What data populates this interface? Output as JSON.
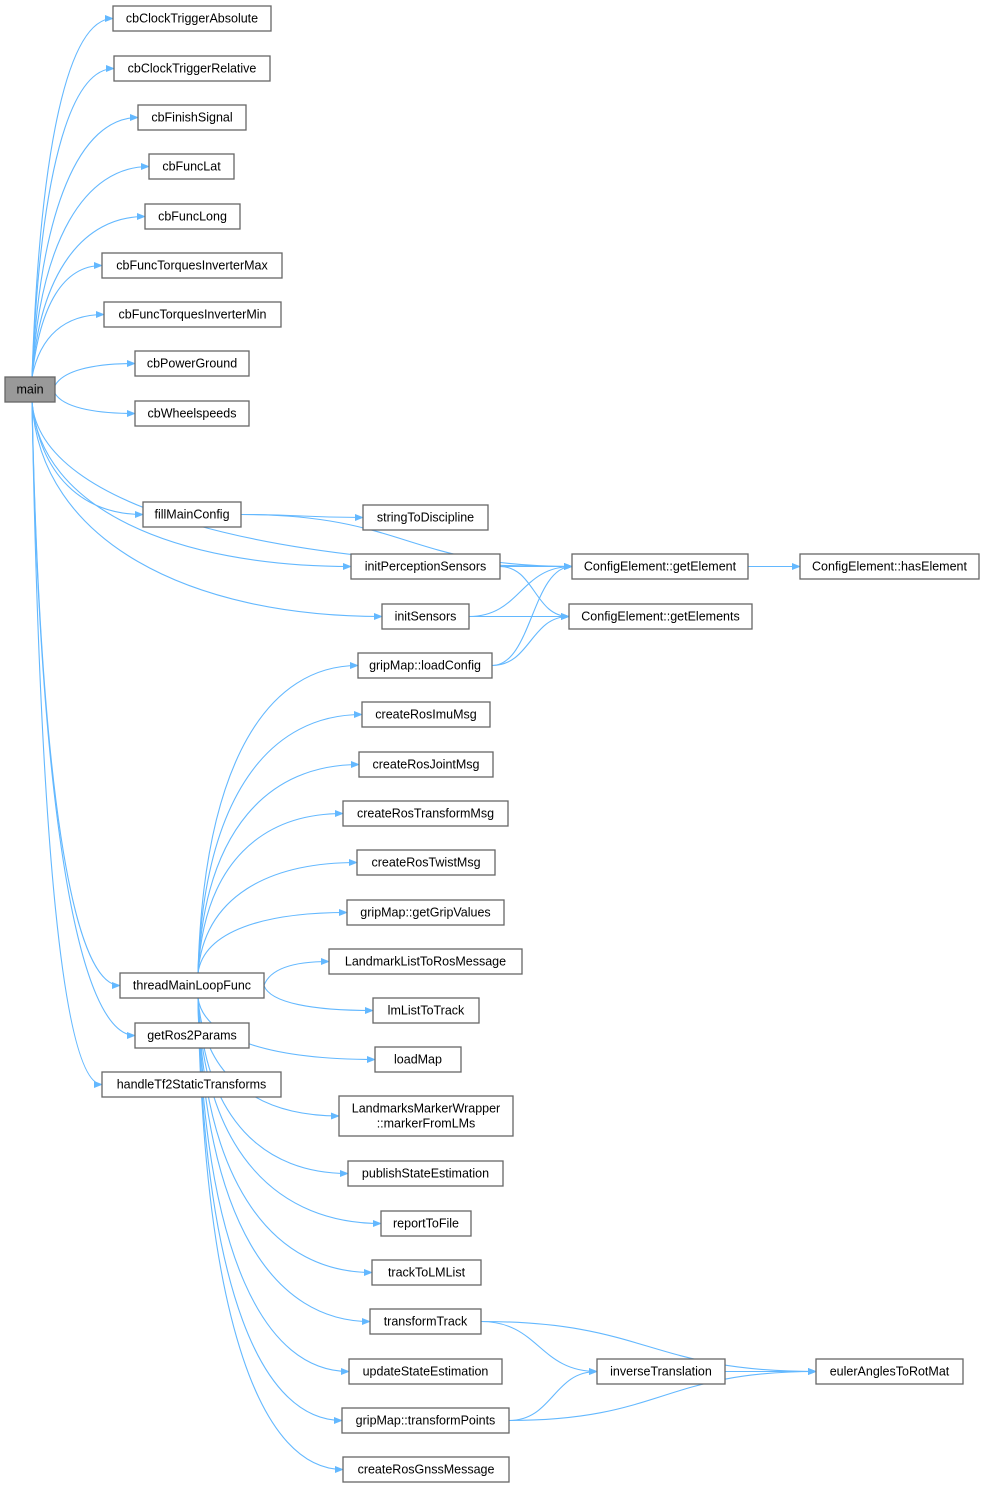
{
  "graph": {
    "colors": {
      "edge": "#63b8ff",
      "node_border": "#666666",
      "root_fill": "#999999"
    },
    "nodes": [
      {
        "id": "main",
        "label": [
          "main"
        ],
        "root": true
      },
      {
        "id": "cbClockTriggerAbsolute",
        "label": [
          "cbClockTriggerAbsolute"
        ]
      },
      {
        "id": "cbClockTriggerRelative",
        "label": [
          "cbClockTriggerRelative"
        ]
      },
      {
        "id": "cbFinishSignal",
        "label": [
          "cbFinishSignal"
        ]
      },
      {
        "id": "cbFuncLat",
        "label": [
          "cbFuncLat"
        ]
      },
      {
        "id": "cbFuncLong",
        "label": [
          "cbFuncLong"
        ]
      },
      {
        "id": "cbFuncTorquesInverterMax",
        "label": [
          "cbFuncTorquesInverterMax"
        ]
      },
      {
        "id": "cbFuncTorquesInverterMin",
        "label": [
          "cbFuncTorquesInverterMin"
        ]
      },
      {
        "id": "cbPowerGround",
        "label": [
          "cbPowerGround"
        ]
      },
      {
        "id": "cbWheelspeeds",
        "label": [
          "cbWheelspeeds"
        ]
      },
      {
        "id": "fillMainConfig",
        "label": [
          "fillMainConfig"
        ]
      },
      {
        "id": "stringToDiscipline",
        "label": [
          "stringToDiscipline"
        ]
      },
      {
        "id": "initPerceptionSensors",
        "label": [
          "initPerceptionSensors"
        ]
      },
      {
        "id": "initSensors",
        "label": [
          "initSensors"
        ]
      },
      {
        "id": "getElement",
        "label": [
          "ConfigElement::getElement"
        ]
      },
      {
        "id": "hasElement",
        "label": [
          "ConfigElement::hasElement"
        ]
      },
      {
        "id": "getElements",
        "label": [
          "ConfigElement::getElements"
        ]
      },
      {
        "id": "loadConfig",
        "label": [
          "gripMap::loadConfig"
        ]
      },
      {
        "id": "createRosImuMsg",
        "label": [
          "createRosImuMsg"
        ]
      },
      {
        "id": "createRosJointMsg",
        "label": [
          "createRosJointMsg"
        ]
      },
      {
        "id": "createRosTransformMsg",
        "label": [
          "createRosTransformMsg"
        ]
      },
      {
        "id": "createRosTwistMsg",
        "label": [
          "createRosTwistMsg"
        ]
      },
      {
        "id": "getGripValues",
        "label": [
          "gripMap::getGripValues"
        ]
      },
      {
        "id": "LandmarkListToRosMessage",
        "label": [
          "LandmarkListToRosMessage"
        ]
      },
      {
        "id": "lmListToTrack",
        "label": [
          "lmListToTrack"
        ]
      },
      {
        "id": "loadMap",
        "label": [
          "loadMap"
        ]
      },
      {
        "id": "markerFromLMs",
        "label": [
          "LandmarksMarkerWrapper",
          "::markerFromLMs"
        ]
      },
      {
        "id": "publishStateEstimation",
        "label": [
          "publishStateEstimation"
        ]
      },
      {
        "id": "reportToFile",
        "label": [
          "reportToFile"
        ]
      },
      {
        "id": "trackToLMList",
        "label": [
          "trackToLMList"
        ]
      },
      {
        "id": "transformTrack",
        "label": [
          "transformTrack"
        ]
      },
      {
        "id": "updateStateEstimation",
        "label": [
          "updateStateEstimation"
        ]
      },
      {
        "id": "inverseTranslation",
        "label": [
          "inverseTranslation"
        ]
      },
      {
        "id": "eulerAnglesToRotMat",
        "label": [
          "eulerAnglesToRotMat"
        ]
      },
      {
        "id": "transformPoints",
        "label": [
          "gripMap::transformPoints"
        ]
      },
      {
        "id": "createRosGnssMessage",
        "label": [
          "createRosGnssMessage"
        ]
      },
      {
        "id": "threadMainLoopFunc",
        "label": [
          "threadMainLoopFunc"
        ]
      },
      {
        "id": "getRos2Params",
        "label": [
          "getRos2Params"
        ]
      },
      {
        "id": "handleTf2StaticTransforms",
        "label": [
          "handleTf2StaticTransforms"
        ]
      }
    ],
    "edges": [
      [
        "main",
        "cbClockTriggerAbsolute"
      ],
      [
        "main",
        "cbClockTriggerRelative"
      ],
      [
        "main",
        "cbFinishSignal"
      ],
      [
        "main",
        "cbFuncLat"
      ],
      [
        "main",
        "cbFuncLong"
      ],
      [
        "main",
        "cbFuncTorquesInverterMax"
      ],
      [
        "main",
        "cbFuncTorquesInverterMin"
      ],
      [
        "main",
        "cbPowerGround"
      ],
      [
        "main",
        "cbWheelspeeds"
      ],
      [
        "main",
        "getElement"
      ],
      [
        "main",
        "fillMainConfig"
      ],
      [
        "main",
        "initPerceptionSensors"
      ],
      [
        "main",
        "initSensors"
      ],
      [
        "main",
        "threadMainLoopFunc"
      ],
      [
        "main",
        "getRos2Params"
      ],
      [
        "main",
        "handleTf2StaticTransforms"
      ],
      [
        "fillMainConfig",
        "getElement"
      ],
      [
        "fillMainConfig",
        "stringToDiscipline"
      ],
      [
        "initPerceptionSensors",
        "getElement"
      ],
      [
        "initPerceptionSensors",
        "getElements"
      ],
      [
        "initSensors",
        "getElement"
      ],
      [
        "initSensors",
        "getElements"
      ],
      [
        "getElement",
        "hasElement"
      ],
      [
        "loadConfig",
        "getElement"
      ],
      [
        "loadConfig",
        "getElements"
      ],
      [
        "threadMainLoopFunc",
        "loadConfig"
      ],
      [
        "threadMainLoopFunc",
        "createRosImuMsg"
      ],
      [
        "threadMainLoopFunc",
        "createRosJointMsg"
      ],
      [
        "threadMainLoopFunc",
        "createRosTransformMsg"
      ],
      [
        "threadMainLoopFunc",
        "createRosTwistMsg"
      ],
      [
        "threadMainLoopFunc",
        "getGripValues"
      ],
      [
        "threadMainLoopFunc",
        "LandmarkListToRosMessage"
      ],
      [
        "threadMainLoopFunc",
        "lmListToTrack"
      ],
      [
        "threadMainLoopFunc",
        "loadMap"
      ],
      [
        "threadMainLoopFunc",
        "markerFromLMs"
      ],
      [
        "threadMainLoopFunc",
        "publishStateEstimation"
      ],
      [
        "threadMainLoopFunc",
        "reportToFile"
      ],
      [
        "threadMainLoopFunc",
        "trackToLMList"
      ],
      [
        "threadMainLoopFunc",
        "transformTrack"
      ],
      [
        "threadMainLoopFunc",
        "updateStateEstimation"
      ],
      [
        "threadMainLoopFunc",
        "transformPoints"
      ],
      [
        "threadMainLoopFunc",
        "createRosGnssMessage"
      ],
      [
        "transformTrack",
        "inverseTranslation"
      ],
      [
        "transformTrack",
        "eulerAnglesToRotMat"
      ],
      [
        "inverseTranslation",
        "eulerAnglesToRotMat"
      ],
      [
        "transformPoints",
        "inverseTranslation"
      ],
      [
        "transformPoints",
        "eulerAnglesToRotMat"
      ]
    ]
  }
}
